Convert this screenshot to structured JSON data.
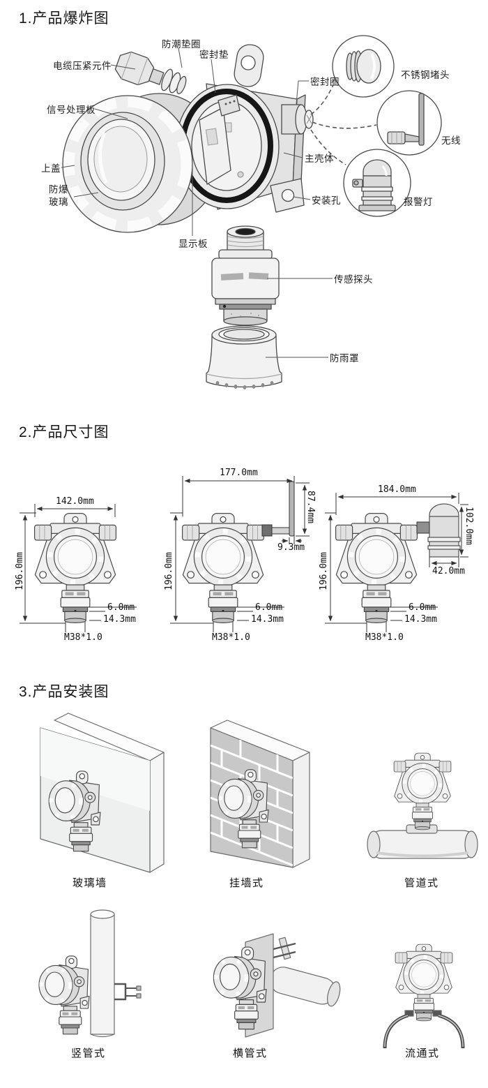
{
  "page": {
    "background": "#ffffff",
    "line_color": "#4a4a4a",
    "seal_ring_color": "#161616"
  },
  "exploded": {
    "title": "1.产品爆炸图",
    "labels": {
      "cable_gland": "电缆压紧元件",
      "moisture_gasket": "防潮垫圈",
      "seal_pad": "密封垫",
      "seal_ring": "密封圈",
      "stainless_plug": "不锈钢堵头",
      "wireless": "无线",
      "signal_board": "信号处理板",
      "top_cover": "上盖",
      "exproof_glass_line1": "防爆",
      "exproof_glass_line2": "玻璃",
      "main_housing": "主壳体",
      "mounting_hole": "安装孔",
      "alarm_light": "报警灯",
      "display_board": "显示板",
      "sensor_probe": "传感探头",
      "rain_cover": "防雨罩"
    }
  },
  "dimensions": {
    "title": "2.产品尺寸图",
    "drawings": [
      {
        "variant": "standard",
        "top_width": "142.0mm",
        "height": "196.0mm",
        "ring_height": "6.0mm",
        "cap_height": "14.3mm",
        "thread": "M38*1.0"
      },
      {
        "variant": "wireless",
        "top_width": "177.0mm",
        "height": "196.0mm",
        "antenna_height": "87.4mm",
        "antenna_width": "9.3mm",
        "ring_height": "6.0mm",
        "cap_height": "14.3mm",
        "thread": "M38*1.0"
      },
      {
        "variant": "with-alarm-light",
        "top_width": "184.0mm",
        "height": "196.0mm",
        "beacon_height": "102.0mm",
        "beacon_width": "42.0mm",
        "ring_height": "6.0mm",
        "cap_height": "14.3mm",
        "thread": "M38*1.0"
      }
    ]
  },
  "installation": {
    "title": "3.产品安装图",
    "figures": [
      {
        "id": "glass-wall",
        "caption": "玻璃墙"
      },
      {
        "id": "wall-mount",
        "caption": "挂墙式"
      },
      {
        "id": "pipeline",
        "caption": "管道式"
      },
      {
        "id": "vertical-pipe",
        "caption": "竖管式"
      },
      {
        "id": "horizontal-pipe",
        "caption": "横管式"
      },
      {
        "id": "flow-through",
        "caption": "流通式"
      }
    ]
  }
}
